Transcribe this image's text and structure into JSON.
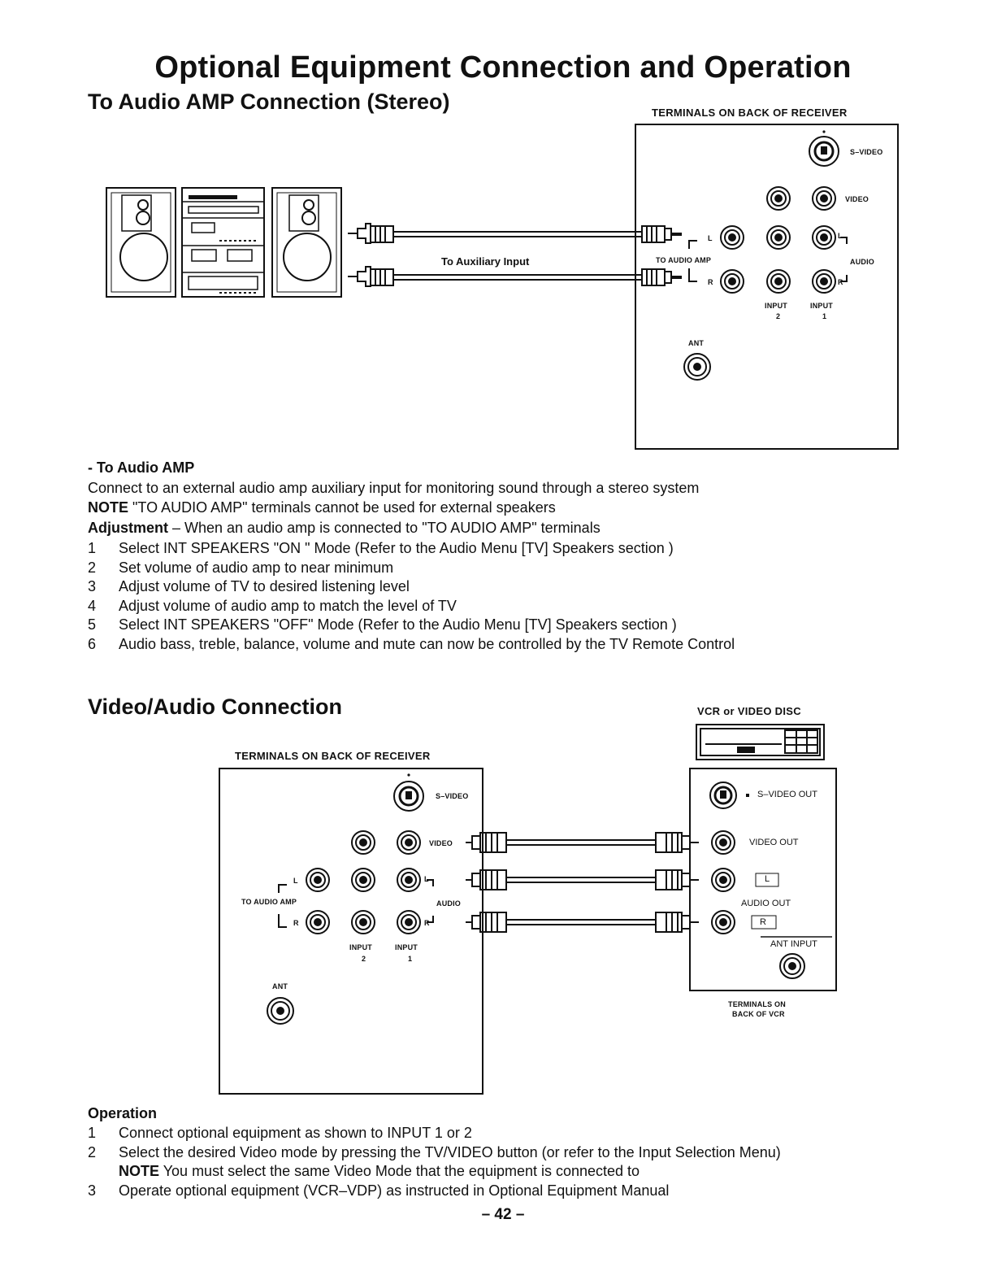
{
  "page_title": "Optional Equipment Connection and Operation",
  "section1": {
    "heading": "To Audio AMP Connection (Stereo)",
    "terminals_caption": "TERMINALS ON BACK OF RECEIVER",
    "aux_input_label": "To Auxiliary Input",
    "panel": {
      "s_video": "S–VIDEO",
      "video": "VIDEO",
      "audio": "AUDIO",
      "l": "L",
      "r": "R",
      "to_audio_amp": "TO AUDIO AMP",
      "input2": "INPUT",
      "input2_num": "2",
      "input1": "INPUT",
      "input1_num": "1",
      "ant": "ANT"
    },
    "bullet_title": "- To Audio AMP",
    "connect_text": "Connect to an external audio amp auxiliary input for monitoring sound through a stereo system",
    "note_label": "NOTE",
    "note_text": " \"TO AUDIO AMP\" terminals cannot be used for external speakers",
    "adjustment_label": "Adjustment",
    "adjustment_text": " – When an audio amp is connected to \"TO AUDIO AMP\" terminals",
    "steps": [
      {
        "num": "1",
        "text": "Select INT SPEAKERS \"ON \" Mode (Refer to the Audio Menu [TV] Speakers section )"
      },
      {
        "num": "2",
        "text": "Set volume of audio amp to near minimum"
      },
      {
        "num": "3",
        "text": "Adjust volume of TV to desired listening level"
      },
      {
        "num": "4",
        "text": "Adjust volume of audio amp to match the level of TV"
      },
      {
        "num": "5",
        "text": "Select INT SPEAKERS \"OFF\" Mode (Refer to the Audio Menu [TV] Speakers section )"
      },
      {
        "num": "6",
        "text": "Audio bass, treble, balance, volume and mute can now be controlled by the TV Remote Control"
      }
    ]
  },
  "section2": {
    "heading": "Video/Audio Connection",
    "terminals_caption": "TERMINALS ON BACK OF RECEIVER",
    "vcr_caption": "VCR or VIDEO DISC",
    "vcr_panel": {
      "s_video_out": "S–VIDEO OUT",
      "video_out": "VIDEO OUT",
      "l": "L",
      "audio_out": "AUDIO OUT",
      "r": "R",
      "ant_input": "ANT INPUT",
      "caption_line1": "TERMINALS ON",
      "caption_line2": "BACK OF VCR"
    },
    "operation_title": "Operation",
    "steps": [
      {
        "num": "1",
        "text": "Connect optional equipment as shown to INPUT 1 or 2"
      },
      {
        "num": "2",
        "text": "Select the desired Video mode by pressing the TV/VIDEO button (or refer to the Input Selection Menu)"
      },
      {
        "num": "3",
        "text": "Operate optional equipment (VCR–VDP) as instructed in Optional Equipment Manual"
      }
    ],
    "step2_note_label": "NOTE",
    "step2_note_text": " You must select the same Video Mode that the equipment is connected to"
  },
  "page_number": "– 42 –"
}
